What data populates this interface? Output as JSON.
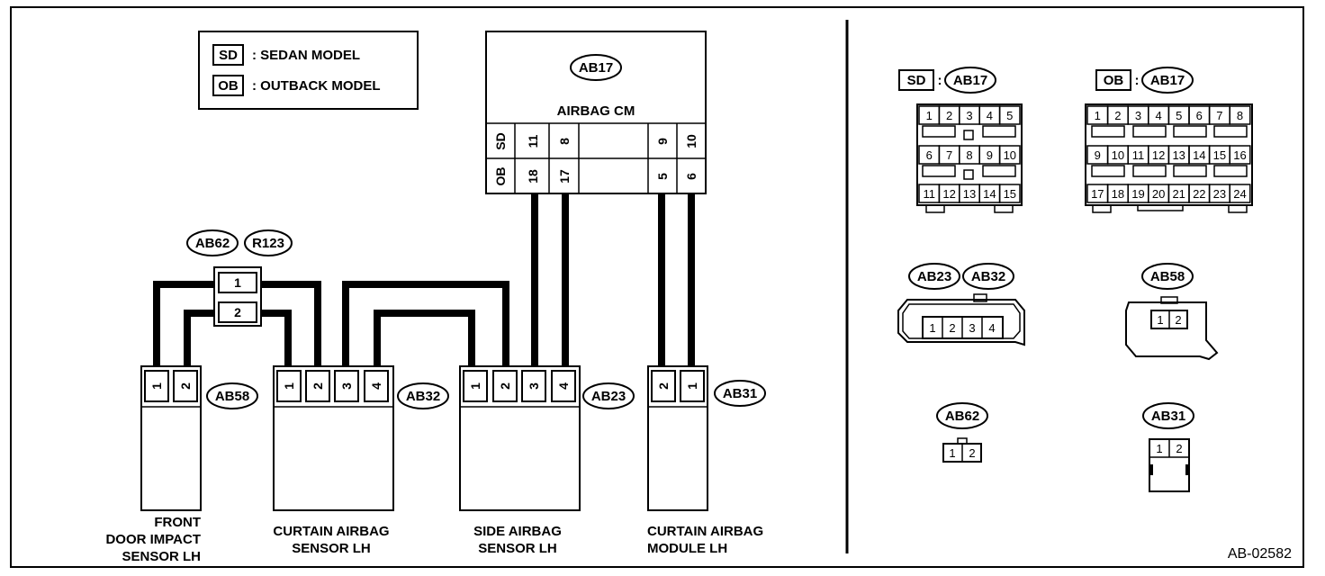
{
  "legend": {
    "items": [
      {
        "code": "SD",
        "label": ": SEDAN MODEL"
      },
      {
        "code": "OB",
        "label": ": OUTBACK MODEL"
      }
    ]
  },
  "airbag_cm": {
    "connector": "AB17",
    "name": "AIRBAG CM",
    "rows": [
      {
        "model": "SD",
        "pins": [
          "11",
          "8",
          "9",
          "10"
        ]
      },
      {
        "model": "OB",
        "pins": [
          "18",
          "17",
          "5",
          "6"
        ]
      }
    ]
  },
  "splice": {
    "connectors": [
      "AB62",
      "R123"
    ],
    "pins": [
      "1",
      "2"
    ]
  },
  "components": [
    {
      "connector": "AB58",
      "pins": [
        "1",
        "2"
      ],
      "name": [
        "FRONT",
        "DOOR IMPACT",
        "SENSOR LH"
      ]
    },
    {
      "connector": "AB32",
      "pins": [
        "1",
        "2",
        "3",
        "4"
      ],
      "name": [
        "CURTAIN AIRBAG",
        "SENSOR LH"
      ]
    },
    {
      "connector": "AB23",
      "pins": [
        "1",
        "2",
        "3",
        "4"
      ],
      "name": [
        "SIDE AIRBAG",
        "SENSOR LH"
      ]
    },
    {
      "connector": "AB31",
      "pins": [
        "2",
        "1"
      ],
      "name": [
        "CURTAIN AIRBAG",
        "MODULE LH"
      ]
    }
  ],
  "connector_views": {
    "sd_ab17": {
      "model": "SD",
      "sep": ":",
      "connector": "AB17",
      "rows": [
        [
          "1",
          "2",
          "3",
          "4",
          "5"
        ],
        [
          "6",
          "7",
          "8",
          "9",
          "10"
        ],
        [
          "11",
          "12",
          "13",
          "14",
          "15"
        ]
      ]
    },
    "ob_ab17": {
      "model": "OB",
      "sep": ":",
      "connector": "AB17",
      "rows": [
        [
          "1",
          "2",
          "3",
          "4",
          "5",
          "6",
          "7",
          "8"
        ],
        [
          "9",
          "10",
          "11",
          "12",
          "13",
          "14",
          "15",
          "16"
        ],
        [
          "17",
          "18",
          "19",
          "20",
          "21",
          "22",
          "23",
          "24"
        ]
      ]
    },
    "ab23_ab32": {
      "connectors": [
        "AB23",
        "AB32"
      ],
      "pins": [
        "1",
        "2",
        "3",
        "4"
      ]
    },
    "ab58": {
      "connector": "AB58",
      "pins": [
        "1",
        "2"
      ]
    },
    "ab62": {
      "connector": "AB62",
      "pins": [
        "1",
        "2"
      ]
    },
    "ab31": {
      "connector": "AB31",
      "pins": [
        "1",
        "2"
      ]
    }
  },
  "figure_id": "AB-02582"
}
